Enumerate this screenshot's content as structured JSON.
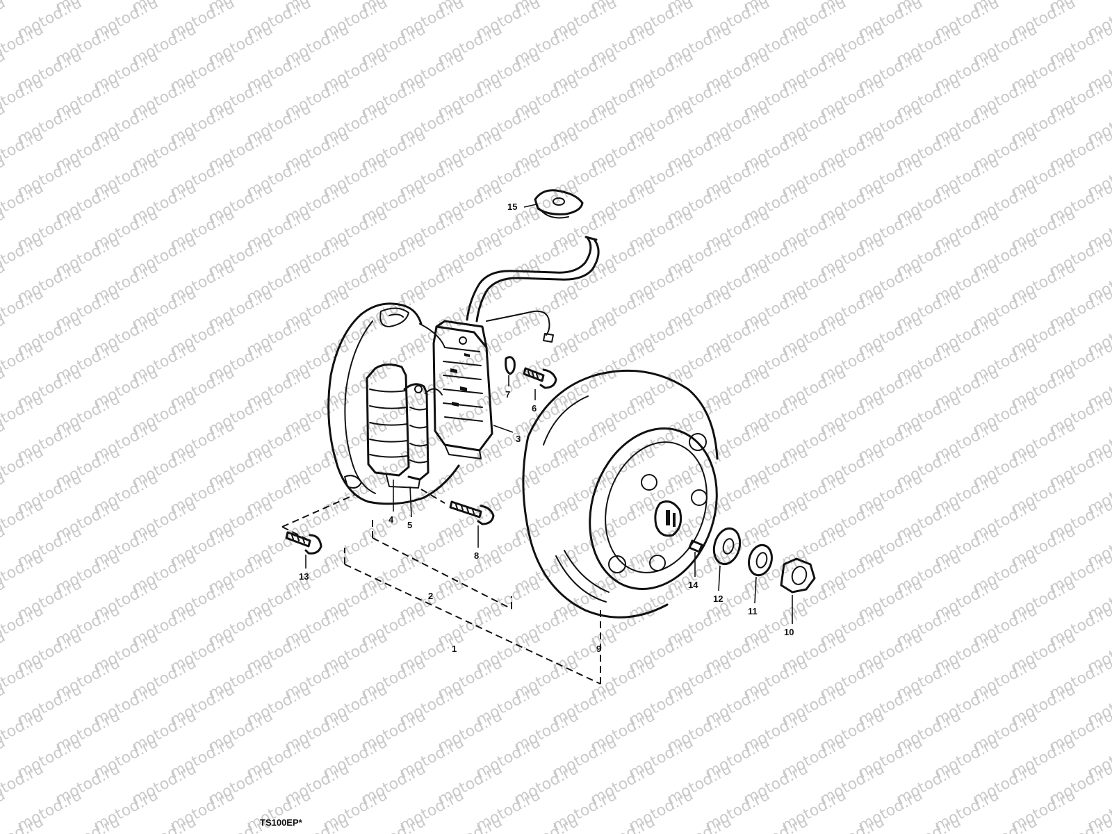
{
  "watermark": {
    "text": "motod.ru",
    "color": "#c9c9c9"
  },
  "caption": "TS100EP*",
  "callouts": [
    "1",
    "2",
    "3",
    "4",
    "5",
    "6",
    "7",
    "8",
    "9",
    "10",
    "11",
    "12",
    "13",
    "14",
    "15"
  ],
  "ink_color": "#111111",
  "background_color": "#ffffff"
}
